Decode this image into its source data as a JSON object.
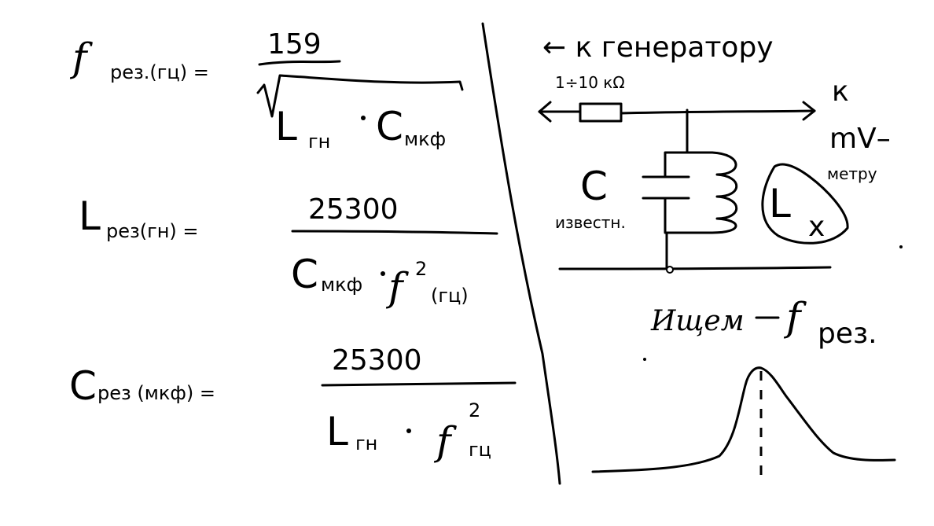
{
  "formulas": {
    "f": {
      "lhs": "f",
      "lhs_sub": "рез.(гц) =",
      "numerator": "159",
      "den_l": "L",
      "den_l_sub": "гн",
      "den_c": "C",
      "den_c_sub": "мкф"
    },
    "l": {
      "lhs": "L",
      "lhs_sub": "рез(гн) =",
      "numerator": "25300",
      "den_c": "C",
      "den_c_sub": "мкф",
      "den_f": "f",
      "den_f_sup": "2",
      "den_f_sub": "(гц)"
    },
    "c": {
      "lhs": "C",
      "lhs_sub": "рез (мкф) =",
      "numerator": "25300",
      "den_l": "L",
      "den_l_sub": "гн",
      "den_f": "f",
      "den_f_sup": "2",
      "den_f_sub": "гц"
    }
  },
  "circuit": {
    "to_generator": "← к генератору",
    "resistor_label": "1÷10 кΩ",
    "to_meter": "к",
    "meter_1": "mV–",
    "meter_2": "метру",
    "cap_label": "C",
    "cap_known": "известн.",
    "unknown_l": "L",
    "unknown_x": "x"
  },
  "search": {
    "label": "Ищем",
    "f": "f",
    "sub": "рез."
  }
}
